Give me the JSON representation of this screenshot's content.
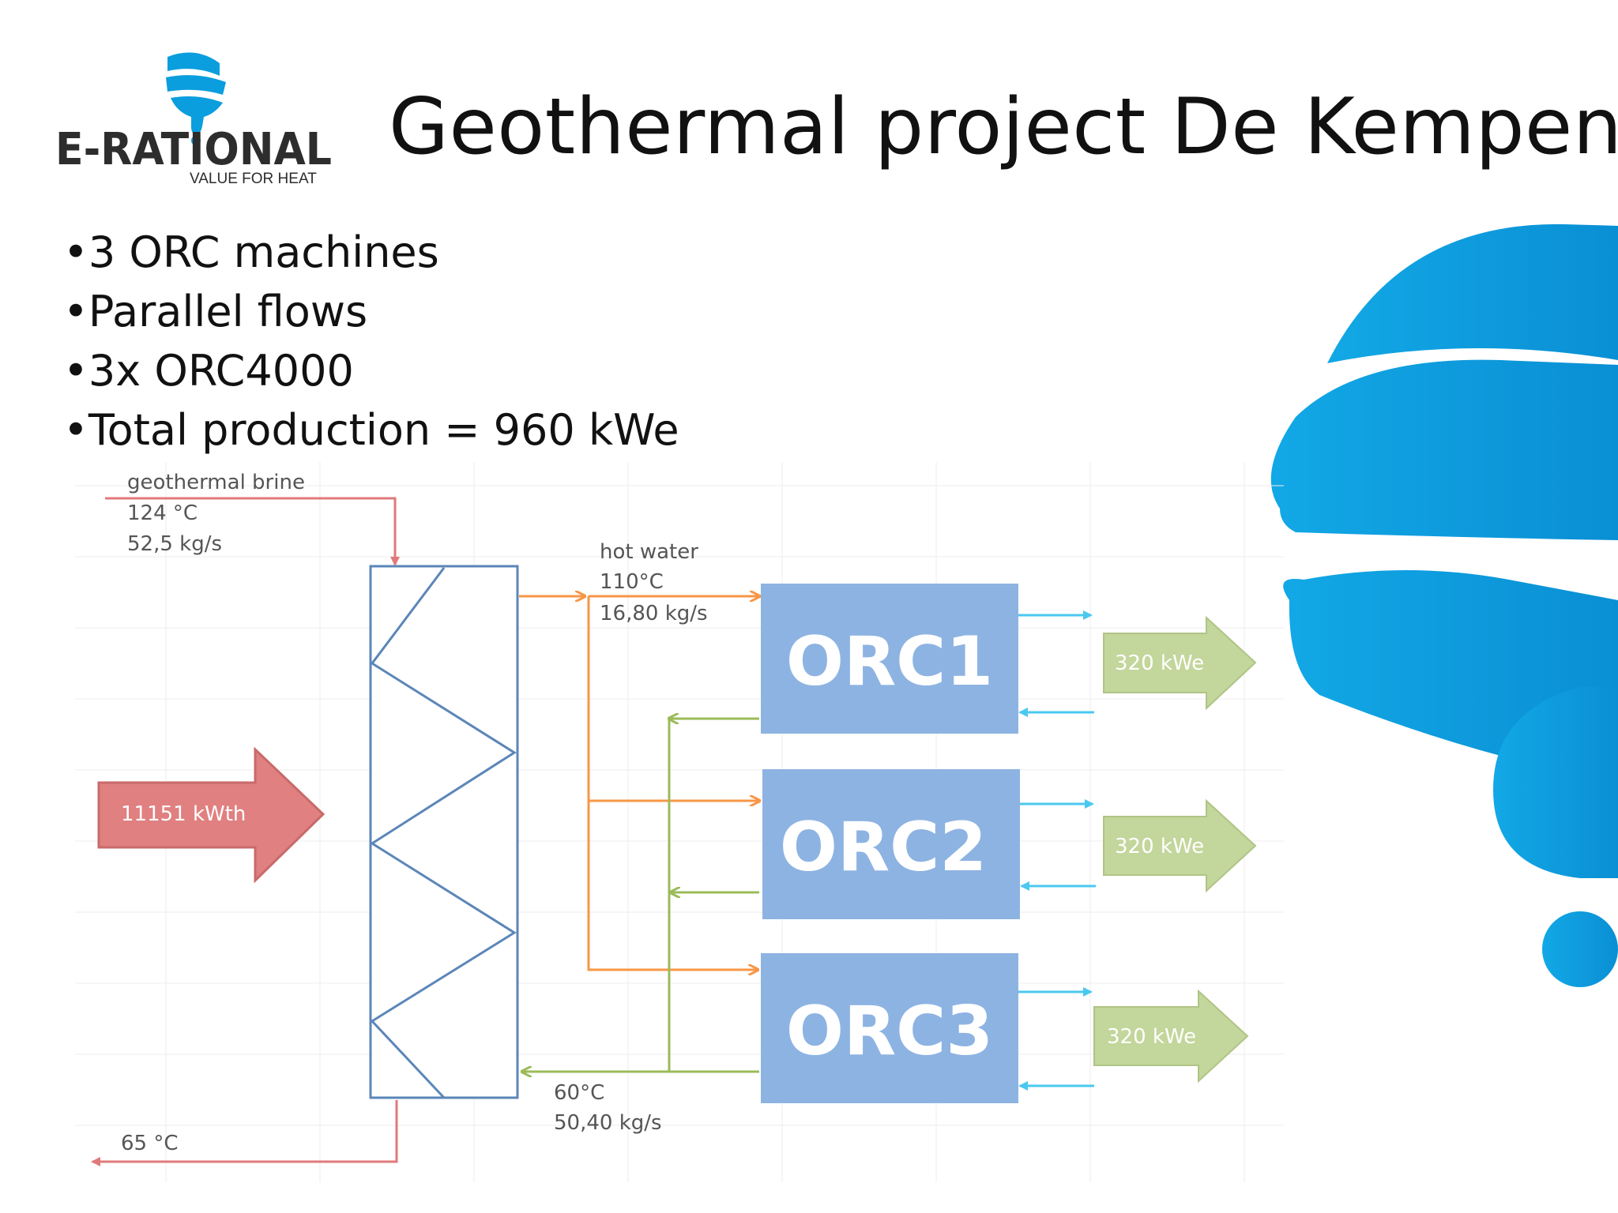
{
  "logo": {
    "brand": "E-RATIONAL",
    "tagline": "VALUE FOR HEAT"
  },
  "title": "Geothermal project De Kempen",
  "bullets": [
    "3 ORC machines",
    "Parallel flows",
    "3x ORC4000",
    "Total production = 960 kWe"
  ],
  "colors": {
    "brine": "#e0797b",
    "hot_water": "#f79646",
    "return_water": "#9bbb59",
    "cooling": "#4bc8f0",
    "orc_box": "#8db3e2",
    "hx_border": "#5b86b8",
    "output_arrow": "#c3d69b",
    "input_arrow": "#e08080",
    "brand_blue": "#0a9ede"
  },
  "diagram": {
    "brine_label": "geothermal brine",
    "brine_temp": "124 °C",
    "brine_flow": "52,5 kg/s",
    "hot_water_label": "hot water",
    "hot_water_temp": "110°C",
    "hot_water_flow": "16,80 kg/s",
    "return_temp": "60°C",
    "return_flow": "50,40 kg/s",
    "outlet_temp": "65 °C",
    "heat_input": "11151 kWth",
    "orcs": [
      {
        "name": "ORC1",
        "output": "320 kWe"
      },
      {
        "name": "ORC2",
        "output": "320 kWe"
      },
      {
        "name": "ORC3",
        "output": "320 kWe"
      }
    ]
  }
}
